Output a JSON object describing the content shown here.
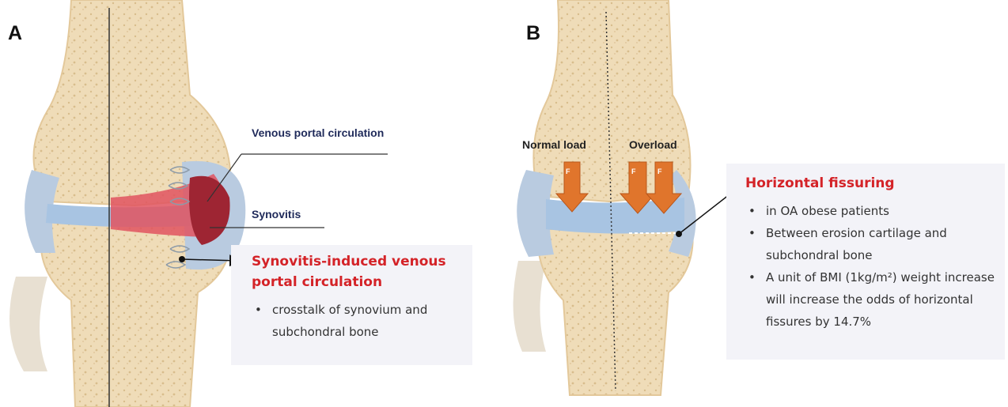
{
  "panel_a": {
    "letter": "A",
    "labels": {
      "venous": "Venous portal circulation",
      "synovitis": "Synovitis"
    },
    "box": {
      "title": "Synovitis-induced venous portal circulation",
      "bullets": [
        "crosstalk of synovium and subchondral bone"
      ]
    }
  },
  "panel_b": {
    "letter": "B",
    "labels": {
      "normal": "Normal load",
      "overload": "Overload",
      "force": "F"
    },
    "box": {
      "title": "Horizontal fissuring",
      "bullets": [
        "in OA obese patients",
        "Between erosion cartilage and subchondral bone",
        "A unit of BMI (1kg/m²) weight increase will increase the odds of horizontal fissures by 14.7%"
      ]
    }
  },
  "colors": {
    "bone": "#efdcb8",
    "bone_dark": "#e3c89a",
    "capsule": "#b9cbe0",
    "cartilage": "#a8c4e2",
    "inflamed": "#e0545f",
    "box_bg": "#f3f3f8",
    "title_red": "#d42328",
    "navy": "#1f2a5a",
    "arrow_orange": "#e0752c"
  }
}
